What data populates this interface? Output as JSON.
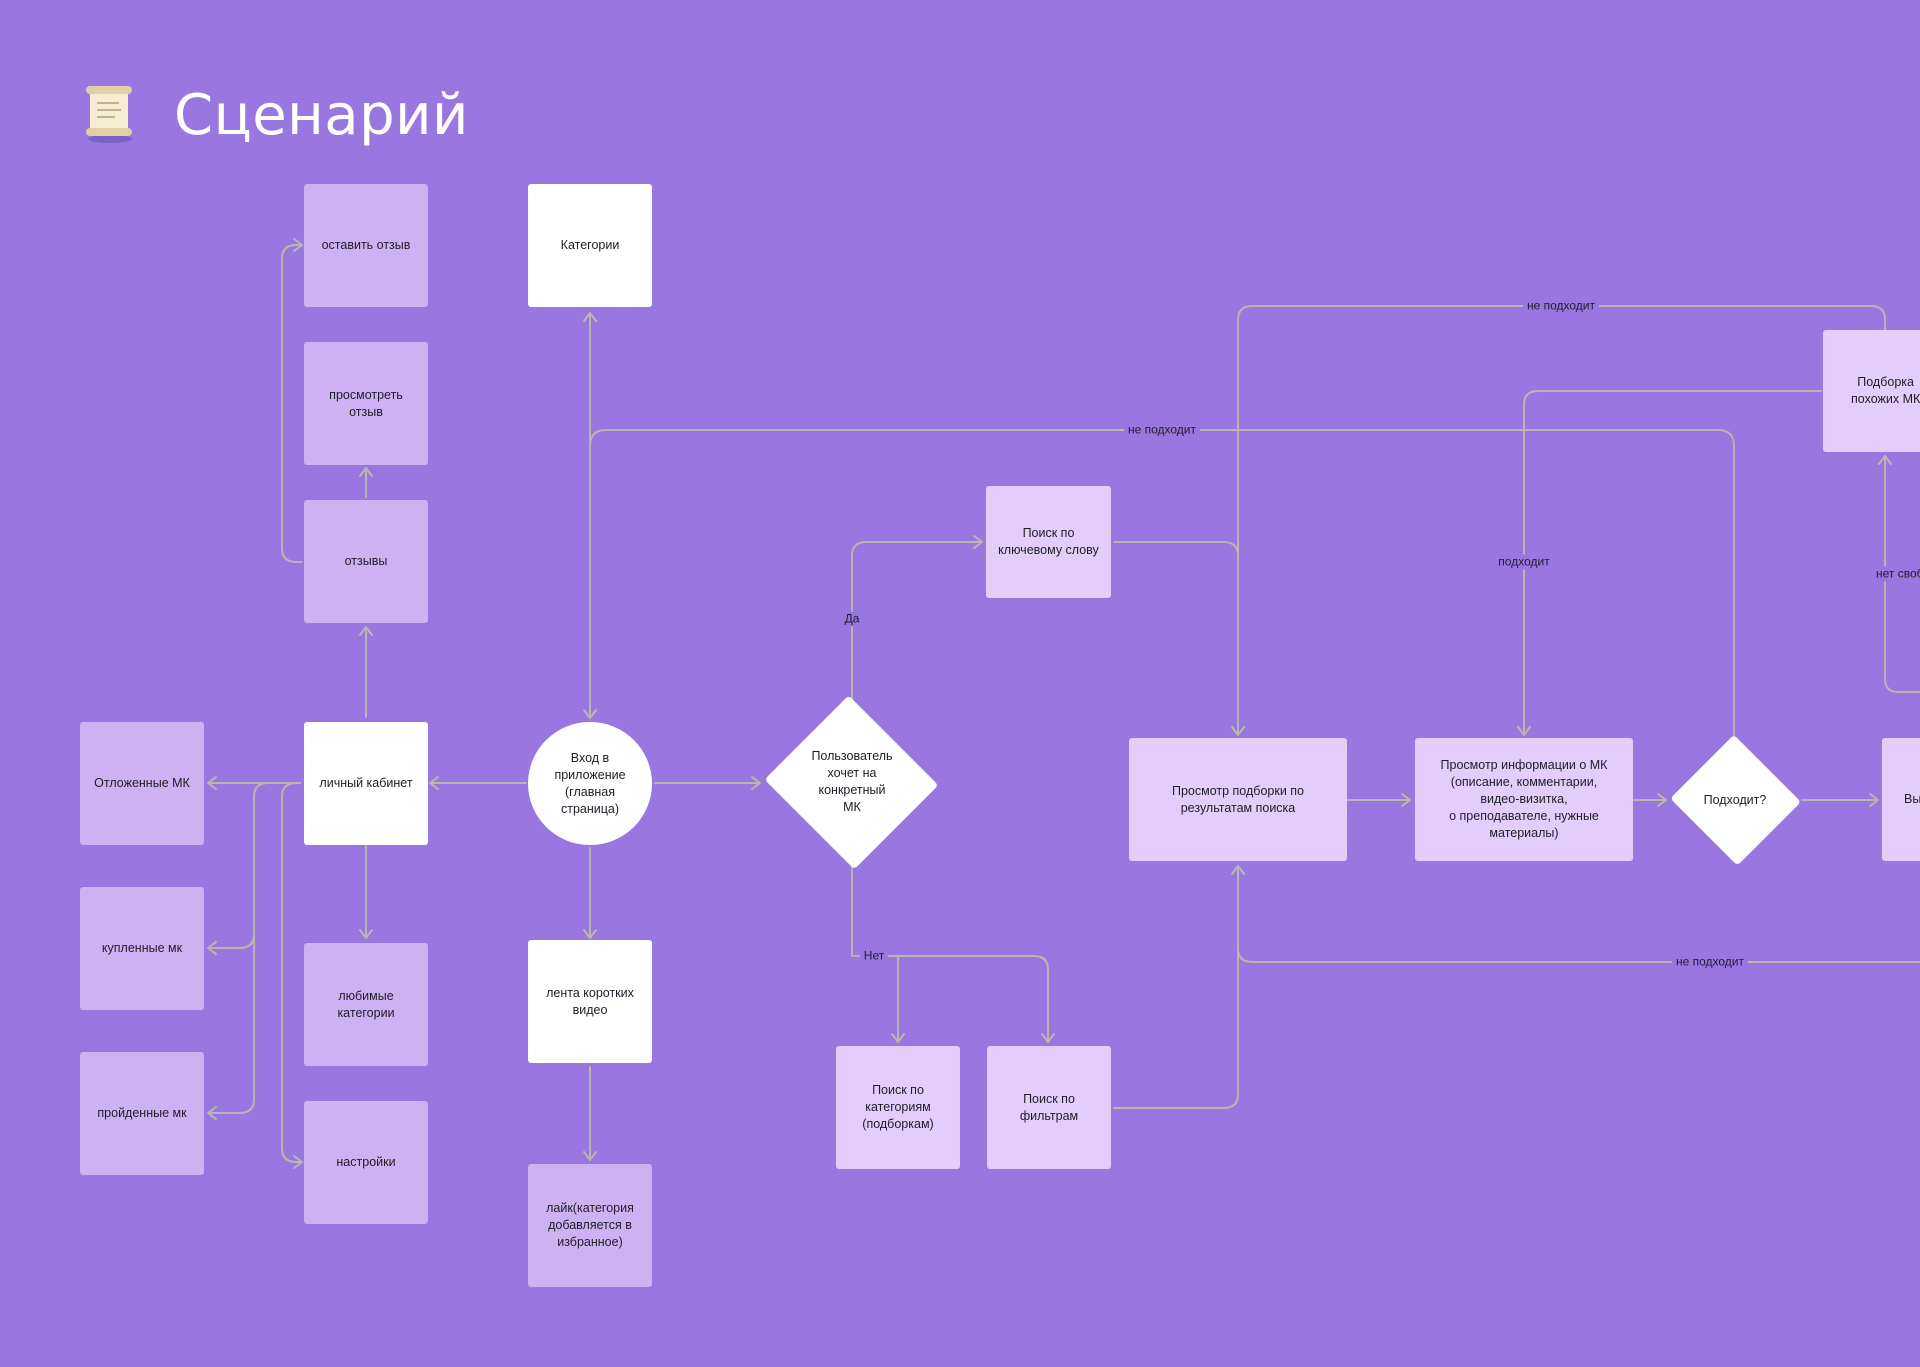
{
  "title": "Сценарий",
  "icon": "scroll-icon",
  "colors": {
    "background": "#9977e0",
    "edge": "#b9b7ad",
    "white_node": "#ffffff",
    "lavender_node": "#cdb2f3",
    "pale_node": "#e3cdfb"
  },
  "nodes": {
    "leave_review": "оставить отзыв",
    "categories": "Категории",
    "view_review": "просмотреть\nотзыв",
    "reviews": "отзывы",
    "postponed": "Отложенные МК",
    "cabinet": "личный кабинет",
    "entry": "Вход в\nприложение\n(главная\nстраница)",
    "decision_wants": "Пользователь\nхочет на\nконкретный\nМК",
    "keyword_search": "Поиск по\nключевому слову",
    "selection_results": "Просмотр подборки по\nрезультатам поиска",
    "mk_info": "Просмотр информации о МК\n(описание, комментарии,\nвидео-визитка,\nо преподавателе, нужные\nматериалы)",
    "decision_fits": "Подходит?",
    "similar": "Подборка\nпохожих МК",
    "partial_right": "Вы",
    "bought": "купленные мк",
    "completed": "пройденные мк",
    "fav_categories": "любимые\nкатегории",
    "settings": "настройки",
    "short_videos": "лента коротких\nвидео",
    "like": "лайк(категория\nдобавляется в\nизбранное)",
    "category_search": "Поиск по\nкатегориям\n(подборкам)",
    "filter_search": "Поиск по\nфильтрам"
  },
  "edge_labels": {
    "not_fit_top": "не подходит",
    "not_fit_mid": "не подходит",
    "fits": "подходит",
    "no_free": "нет свободных д",
    "yes": "Да",
    "no": "Нет",
    "not_fit_bottom": "не подходит"
  }
}
